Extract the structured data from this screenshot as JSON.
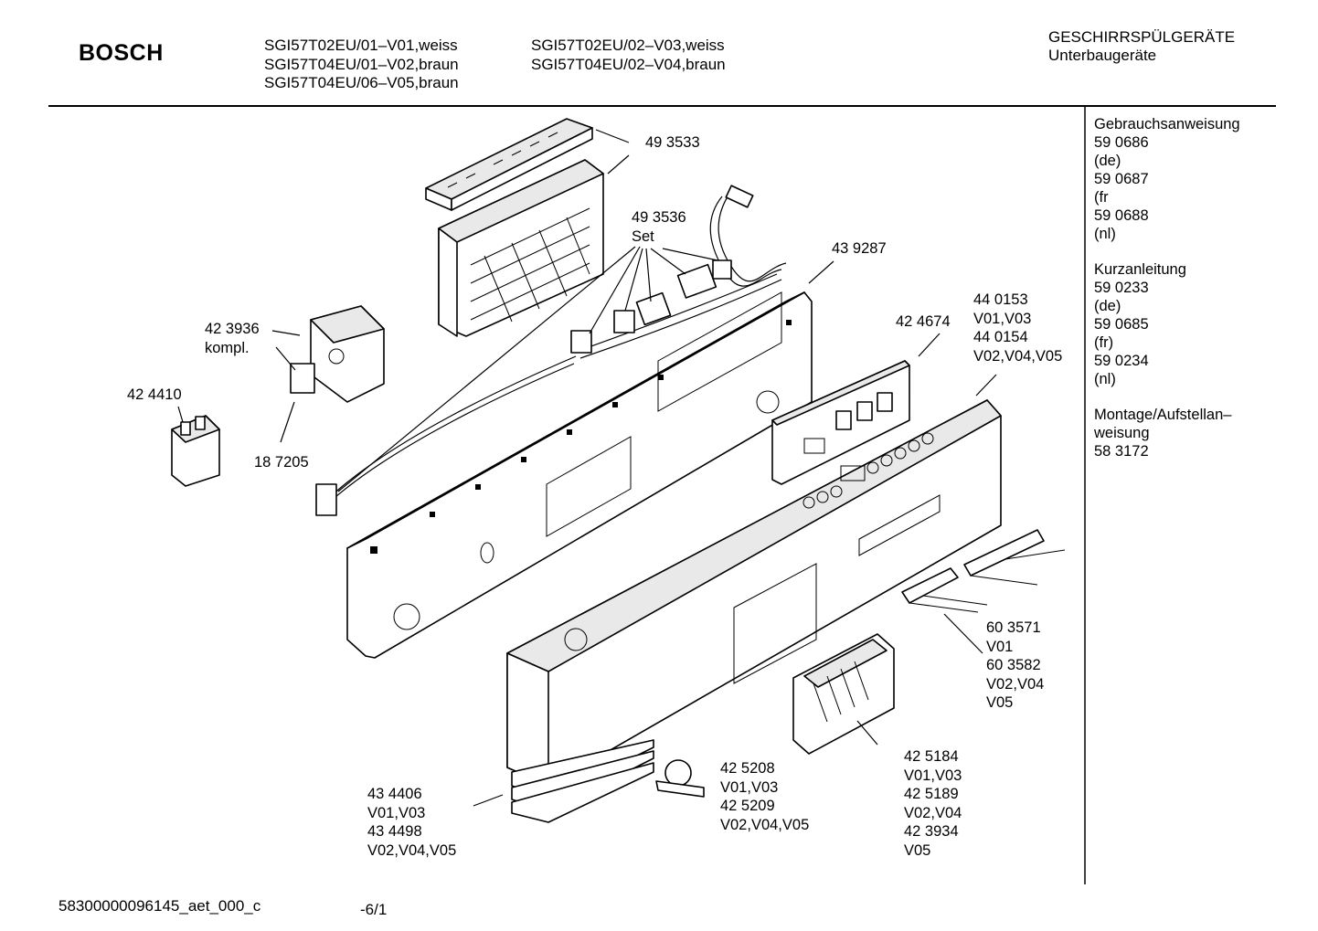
{
  "header": {
    "brand": "BOSCH",
    "models_col1": [
      "SGI57T02EU/01–V01,weiss",
      "SGI57T04EU/01–V02,braun",
      "SGI57T04EU/06–V05,braun"
    ],
    "models_col2": [
      "SGI57T02EU/02–V03,weiss",
      "SGI57T04EU/02–V04,braun"
    ],
    "category": "GESCHIRRSPÜLGERÄTE",
    "subcategory": "Unterbaugeräte"
  },
  "labels": {
    "p493533": [
      "49 3533"
    ],
    "p493536": [
      "49 3536",
      "Set"
    ],
    "p439287": [
      "43 9287"
    ],
    "p423936": [
      "42 3936",
      "kompl."
    ],
    "p424410": [
      "42 4410"
    ],
    "p187205": [
      "18 7205"
    ],
    "p424674": [
      "42 4674"
    ],
    "p440153": [
      "44 0153",
      "V01,V03",
      "44 0154",
      "V02,V04,V05"
    ],
    "p603571": [
      "60 3571",
      "V01",
      "60 3582",
      "V02,V04",
      "V05"
    ],
    "p425208": [
      "42 5208",
      "V01,V03",
      "42 5209",
      "V02,V04,V05"
    ],
    "p425184": [
      "42 5184",
      "V01,V03",
      "42 5189",
      "V02,V04",
      "42 3934",
      "V05"
    ],
    "p434406": [
      "43 4406",
      "V01,V03",
      "43 4498",
      "V02,V04,V05"
    ]
  },
  "docs": {
    "manual": [
      "Gebrauchsanweisung",
      "59 0686",
      "(de)",
      "59 0687",
      "(fr",
      "59 0688",
      "(nl)"
    ],
    "short": [
      "Kurzanleitung",
      "59 0233",
      "(de)",
      "59 0685",
      "(fr)",
      "59 0234",
      "(nl)"
    ],
    "install": [
      "Montage/Aufstellan–",
      "weisung",
      "58 3172"
    ]
  },
  "footer": {
    "doc_id": "58300000096145_aet_000_c",
    "page": "-6/1"
  }
}
